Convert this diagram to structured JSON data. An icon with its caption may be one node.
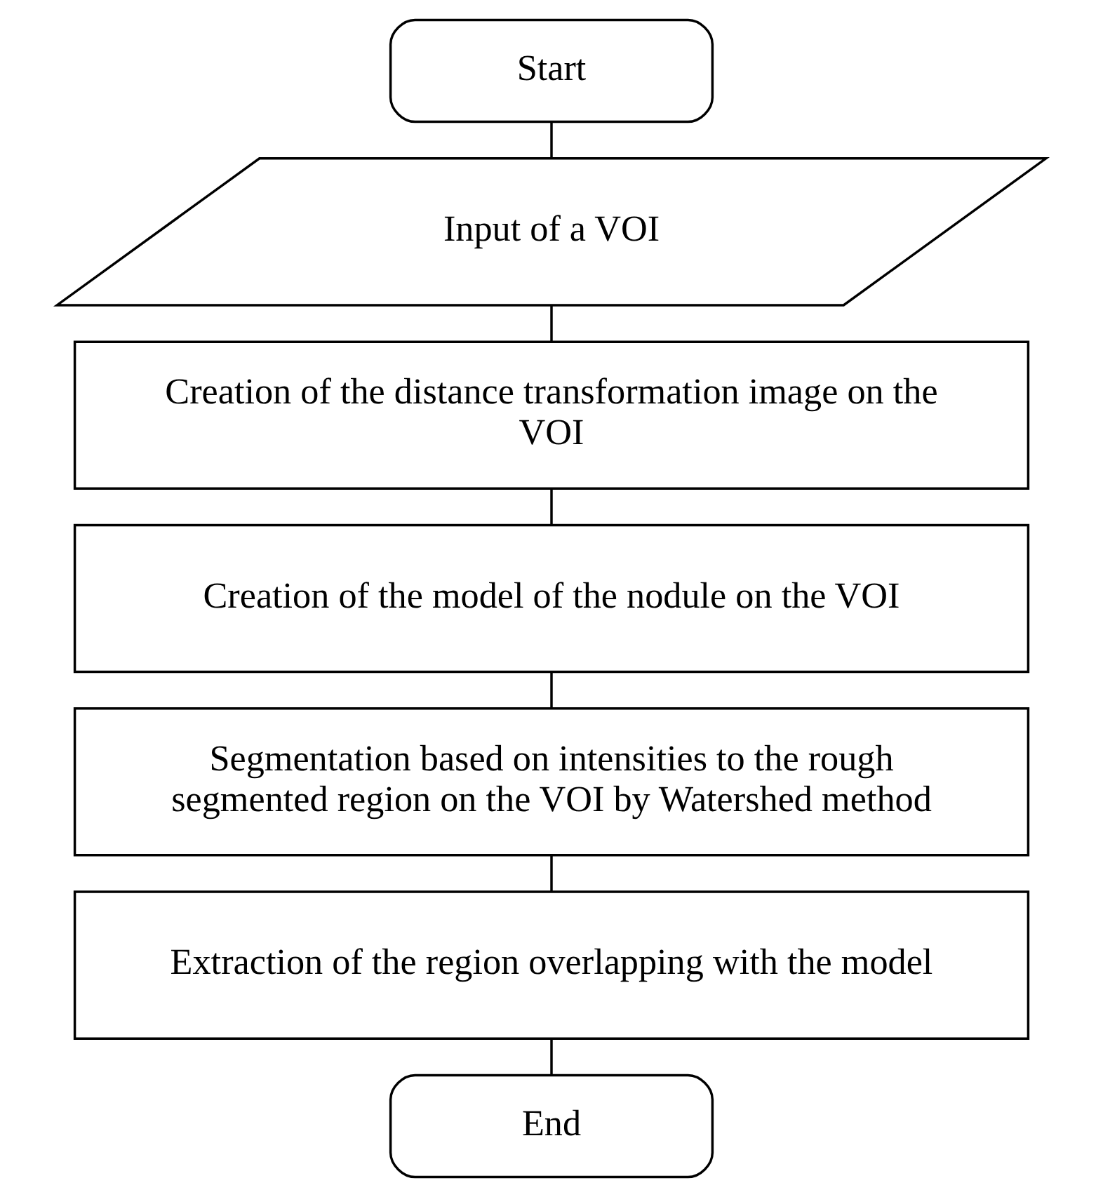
{
  "diagram": {
    "nodes": [
      {
        "text": [
          "Start"
        ]
      },
      {
        "text": [
          "Input of a VOI"
        ]
      },
      {
        "text": [
          "Creation of the distance transformation image on the VOI"
        ]
      },
      {
        "text": [
          "Creation of the model of the nodule on the VOI"
        ]
      },
      {
        "text": [
          "Segmentation based on intensities to the rough segmented region on the VOI by Watershed method"
        ]
      },
      {
        "text": [
          "Extraction of the region overlapping with the model"
        ]
      },
      {
        "text": [
          "End"
        ]
      }
    ],
    "edges": [
      {
        "from": 0,
        "to": 1,
        "arrow": "none"
      },
      {
        "from": 1,
        "to": 2,
        "arrow": "none"
      },
      {
        "from": 2,
        "to": 3,
        "arrow": "none"
      },
      {
        "from": 3,
        "to": 4,
        "arrow": "none"
      },
      {
        "from": 4,
        "to": 5,
        "arrow": "none"
      },
      {
        "from": 5,
        "to": 6,
        "arrow": "none"
      }
    ]
  }
}
